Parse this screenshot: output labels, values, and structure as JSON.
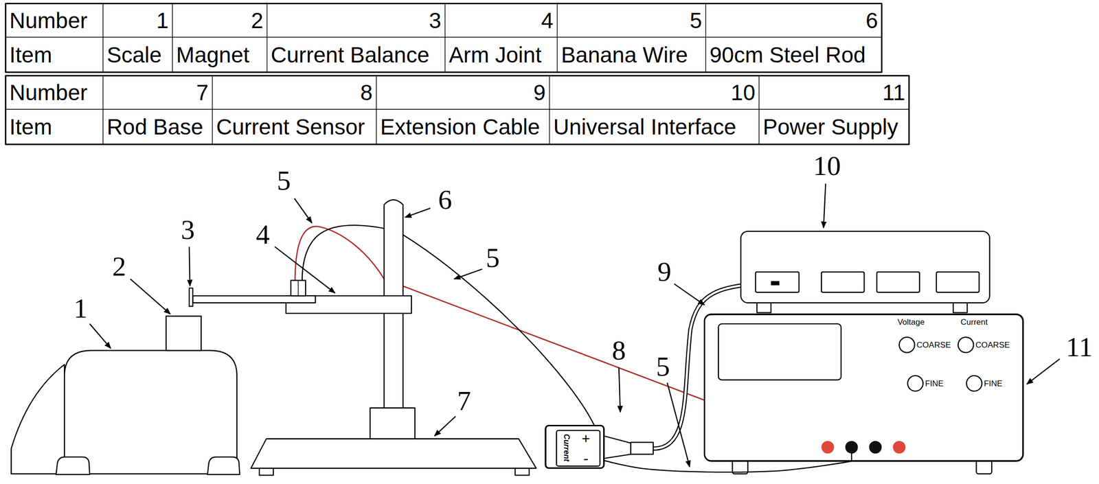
{
  "diagram": {
    "nodes": [
      {
        "text": [
          "Current",
          "+",
          "-"
        ]
      },
      {
        "text": [
          "Voltage",
          "Current",
          "COARSE",
          "COARSE",
          "FINE",
          "FINE"
        ]
      }
    ],
    "edges": [
      {
        "from": 0,
        "to": 1,
        "arrow": "none"
      }
    ],
    "labels": [
      "Number",
      "1",
      "2",
      "3",
      "4",
      "5",
      "6",
      "Item",
      "Scale",
      "Magnet",
      "Current Balance",
      "Arm Joint",
      "Banana Wire",
      "90cm Steel Rod",
      "Number",
      "7",
      "8",
      "9",
      "10",
      "11",
      "Item",
      "Rod Base",
      "Current Sensor",
      "Extension Cable",
      "Universal Interface",
      "Power Supply",
      "10",
      "5",
      "6",
      "3",
      "4",
      "5",
      "9",
      "2",
      "1",
      "11",
      "5",
      "8",
      "7"
    ]
  }
}
